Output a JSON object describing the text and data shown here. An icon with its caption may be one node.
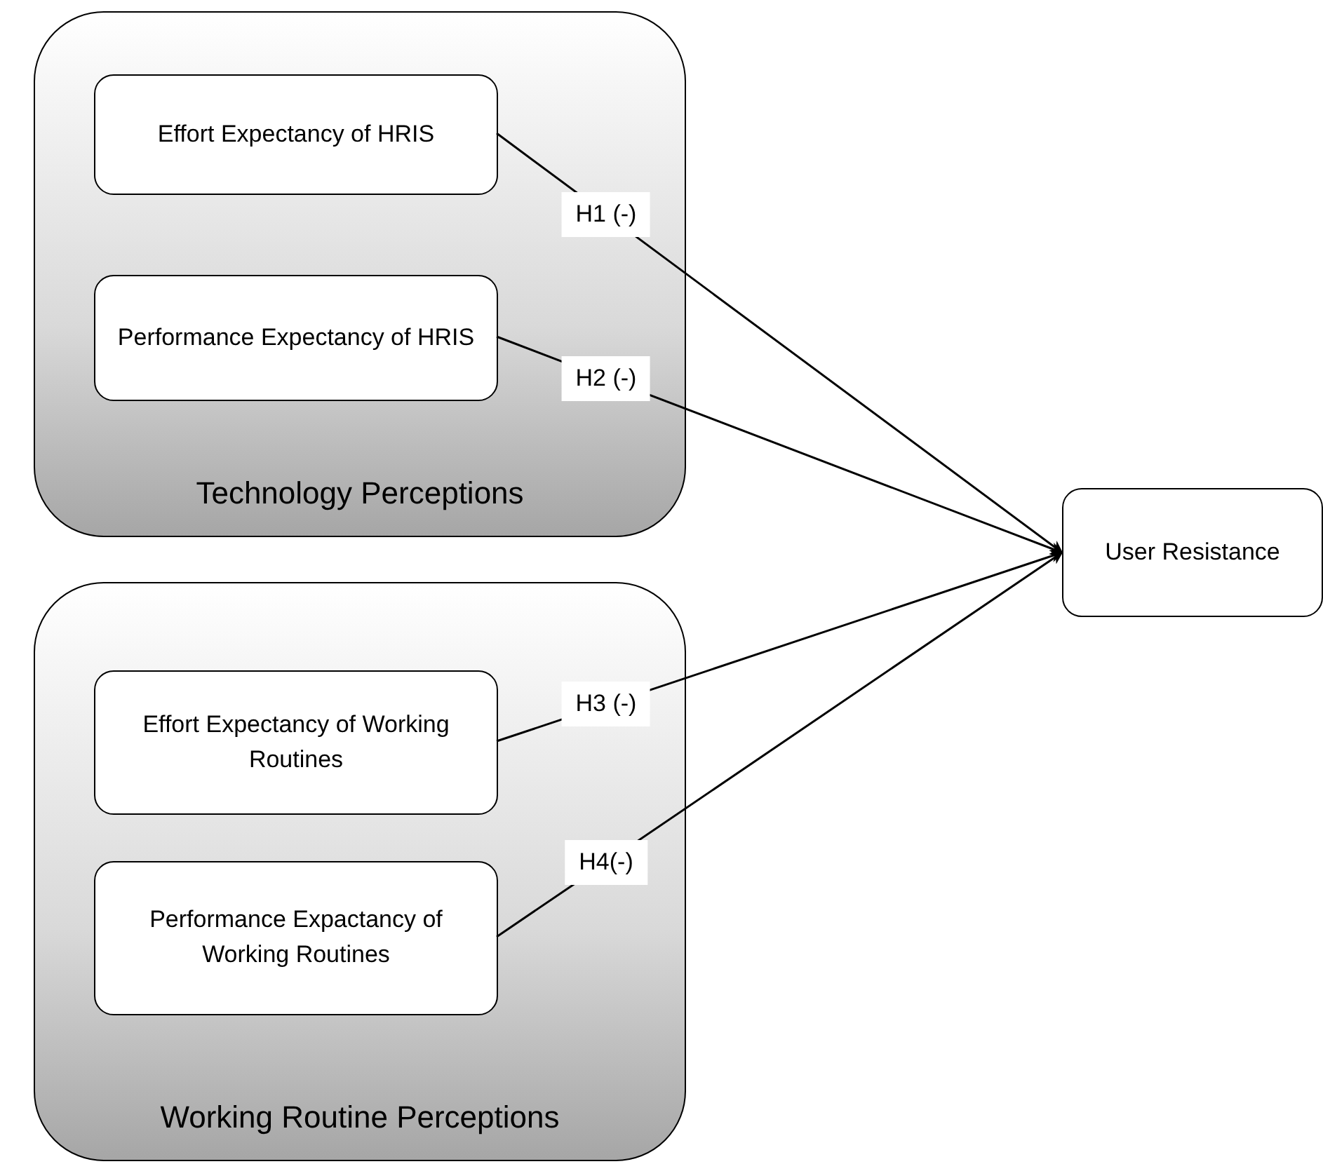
{
  "diagram": {
    "nodes": [
      {
        "text": [
          "Technology Perceptions"
        ]
      },
      {
        "text": [
          "Effort Expectancy of HRIS"
        ],
        "in": 0
      },
      {
        "text": [
          "Performance Expectancy of HRIS"
        ],
        "in": 0
      },
      {
        "text": [
          "Working Routine Perceptions"
        ]
      },
      {
        "text": [
          "Effort Expectancy of Working Routines"
        ],
        "in": 3
      },
      {
        "text": [
          "Performance Expactancy of Working Routines"
        ],
        "in": 3
      },
      {
        "text": [
          "User Resistance"
        ]
      }
    ],
    "edges": [
      {
        "from": 1,
        "to": 6,
        "arrow": "to",
        "label": "H1 (-)"
      },
      {
        "from": 2,
        "to": 6,
        "arrow": "to",
        "label": "H2 (-)"
      },
      {
        "from": 4,
        "to": 6,
        "arrow": "to",
        "label": "H3 (-)"
      },
      {
        "from": 5,
        "to": 6,
        "arrow": "to",
        "label": "H4(-)"
      }
    ]
  }
}
